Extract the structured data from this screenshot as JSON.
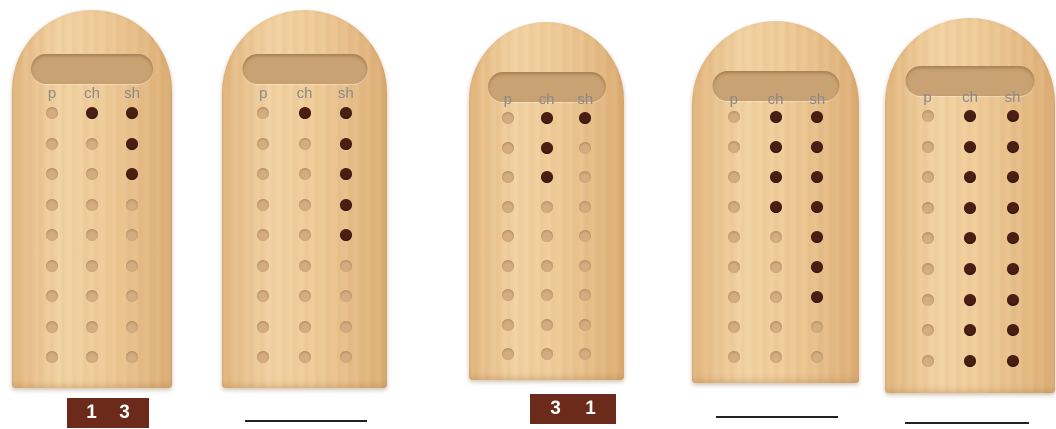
{
  "column_labels": [
    "p",
    "ch",
    "sh"
  ],
  "boards": [
    {
      "filled": [
        0,
        1,
        3
      ]
    },
    {
      "filled": [
        0,
        1,
        5
      ]
    },
    {
      "filled": [
        0,
        3,
        1
      ]
    },
    {
      "filled": [
        0,
        4,
        7
      ]
    },
    {
      "filled": [
        0,
        9,
        9
      ]
    }
  ],
  "answers": [
    {
      "type": "box",
      "digits": [
        "1",
        "3"
      ]
    },
    {
      "type": "blank"
    },
    {
      "type": "box",
      "digits": [
        "3",
        "1"
      ]
    },
    {
      "type": "blank"
    },
    {
      "type": "blank"
    }
  ],
  "colors": {
    "bead": "#4a1e12",
    "empty_hole": "#d3ad80",
    "answer_box": "#6b2a1a",
    "wood": "#efcc98"
  }
}
